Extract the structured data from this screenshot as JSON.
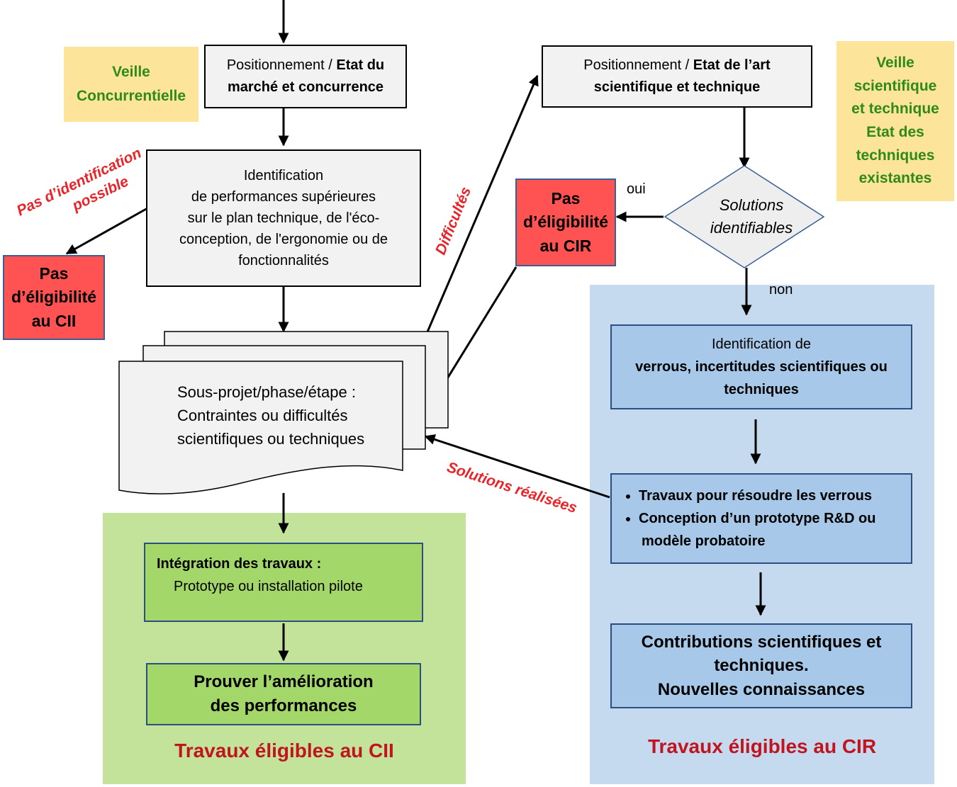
{
  "market": {
    "veille_line1": "Veille",
    "veille_line2": "Concurrentielle",
    "position_prefix": "Positionnement / ",
    "position_bold1": "Etat du",
    "position_bold2": "marché et concurrence",
    "identification": [
      "Identification",
      "de performances supérieures",
      "sur le plan technique, de l'éco-",
      "conception, de l'ergonomie ou de",
      "fonctionnalités"
    ],
    "no_id_line1": "Pas d’identification",
    "no_id_line2": "possible",
    "cii_ineligible": [
      "Pas",
      "d’éligibilité",
      "au CII"
    ]
  },
  "document": {
    "lines": [
      "Sous-projet/phase/étape :",
      "Contraintes ou difficultés",
      "scientifiques ou techniques"
    ]
  },
  "labels": {
    "difficultes": "Difficultés",
    "solutions_realisees": "Solutions réalisées",
    "oui": "oui",
    "non": "non"
  },
  "cii": {
    "integration_title": "Intégration des travaux :",
    "integration_sub": "Prototype ou installation  pilote",
    "proof_line1": "Prouver l’amélioration",
    "proof_line2": "des performances",
    "footer": "Travaux éligibles au CII",
    "panel_color": "#c3e39b"
  },
  "science": {
    "position_prefix": "Positionnement / ",
    "position_bold1": "Etat de l’art",
    "position_bold2": "scientifique et technique",
    "veille": [
      "Veille",
      "scientifique",
      "et technique",
      "Etat des",
      "techniques",
      "existantes"
    ],
    "decision_line1": "Solutions",
    "decision_line2": "identifiables",
    "cir_ineligible": [
      "Pas",
      "d’éligibilité",
      "au CIR"
    ]
  },
  "cir": {
    "verrous_line1": "Identification de",
    "verrous_line2": "verrous, incertitudes scientifiques ou",
    "verrous_line3": "techniques",
    "work_items": [
      "Travaux  pour  résoudre les verrous",
      "Conception d’un prototype R&D ou",
      "modèle probatoire"
    ],
    "contrib": [
      "Contributions scientifiques et",
      "techniques.",
      "Nouvelles connaissances"
    ],
    "footer": "Travaux éligibles au CIR",
    "panel_color": "#c5daee"
  },
  "colors": {
    "ineligible_red": "#ff5252",
    "label_red": "#e8232a",
    "footer_red": "#c0141e",
    "veille_green": "#2e8a1a",
    "veille_bg": "#fce49a"
  }
}
